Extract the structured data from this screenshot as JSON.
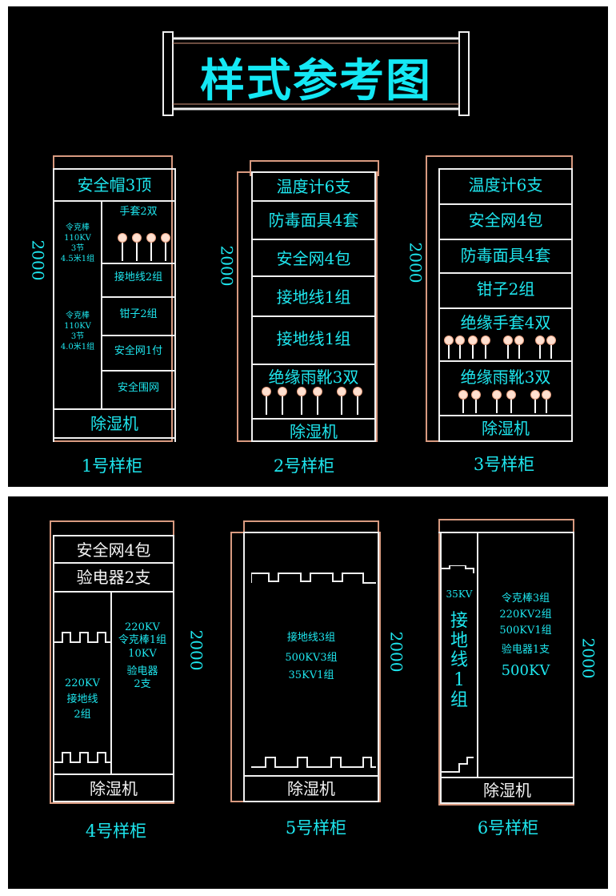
{
  "title": "样式参考图",
  "height_label": "2000",
  "cabinets": [
    {
      "caption": "1号样柜",
      "top_label": "安全帽3顶",
      "rod_group_1": [
        "令克棒",
        "110KV",
        "3节",
        "4.5米1组"
      ],
      "rod_group_2": [
        "令克棒",
        "110KV",
        "3节",
        "4.0米1组"
      ],
      "right_cells": [
        "手套2双",
        "接地线2组",
        "钳子2组",
        "安全网1付",
        "安全围网"
      ],
      "bottom_label": "除湿机"
    },
    {
      "caption": "2号样柜",
      "cells": [
        "温度计6支",
        "防毒面具4套",
        "安全网4包",
        "接地线1组",
        "接地线1组",
        "绝缘雨靴3双"
      ],
      "bottom_label": "除湿机"
    },
    {
      "caption": "3号样柜",
      "cells": [
        "温度计6支",
        "安全网4包",
        "防毒面具4套",
        "钳子2组",
        "绝缘手套4双",
        "绝缘雨靴3双"
      ],
      "bottom_label": "除湿机"
    },
    {
      "caption": "4号样柜",
      "top_cells": [
        "安全网4包",
        "验电器2支"
      ],
      "left_lines": [
        "220KV",
        "接地线",
        "2组"
      ],
      "right_lines": [
        "220KV",
        "令克棒1组",
        "10KV",
        "验电器",
        "2支"
      ],
      "bottom_label": "除湿机"
    },
    {
      "caption": "5号样柜",
      "lines": [
        "接地线3组",
        "500KV3组",
        "35KV1组"
      ],
      "bottom_label": "除湿机"
    },
    {
      "caption": "6号样柜",
      "left_voltage": "35KV",
      "left_vertical": "接地线1组",
      "right_lines": [
        "令克棒3组",
        "220KV2组",
        "500KV1组",
        "验电器1支"
      ],
      "right_big": "500KV",
      "bottom_label": "除湿机"
    }
  ]
}
